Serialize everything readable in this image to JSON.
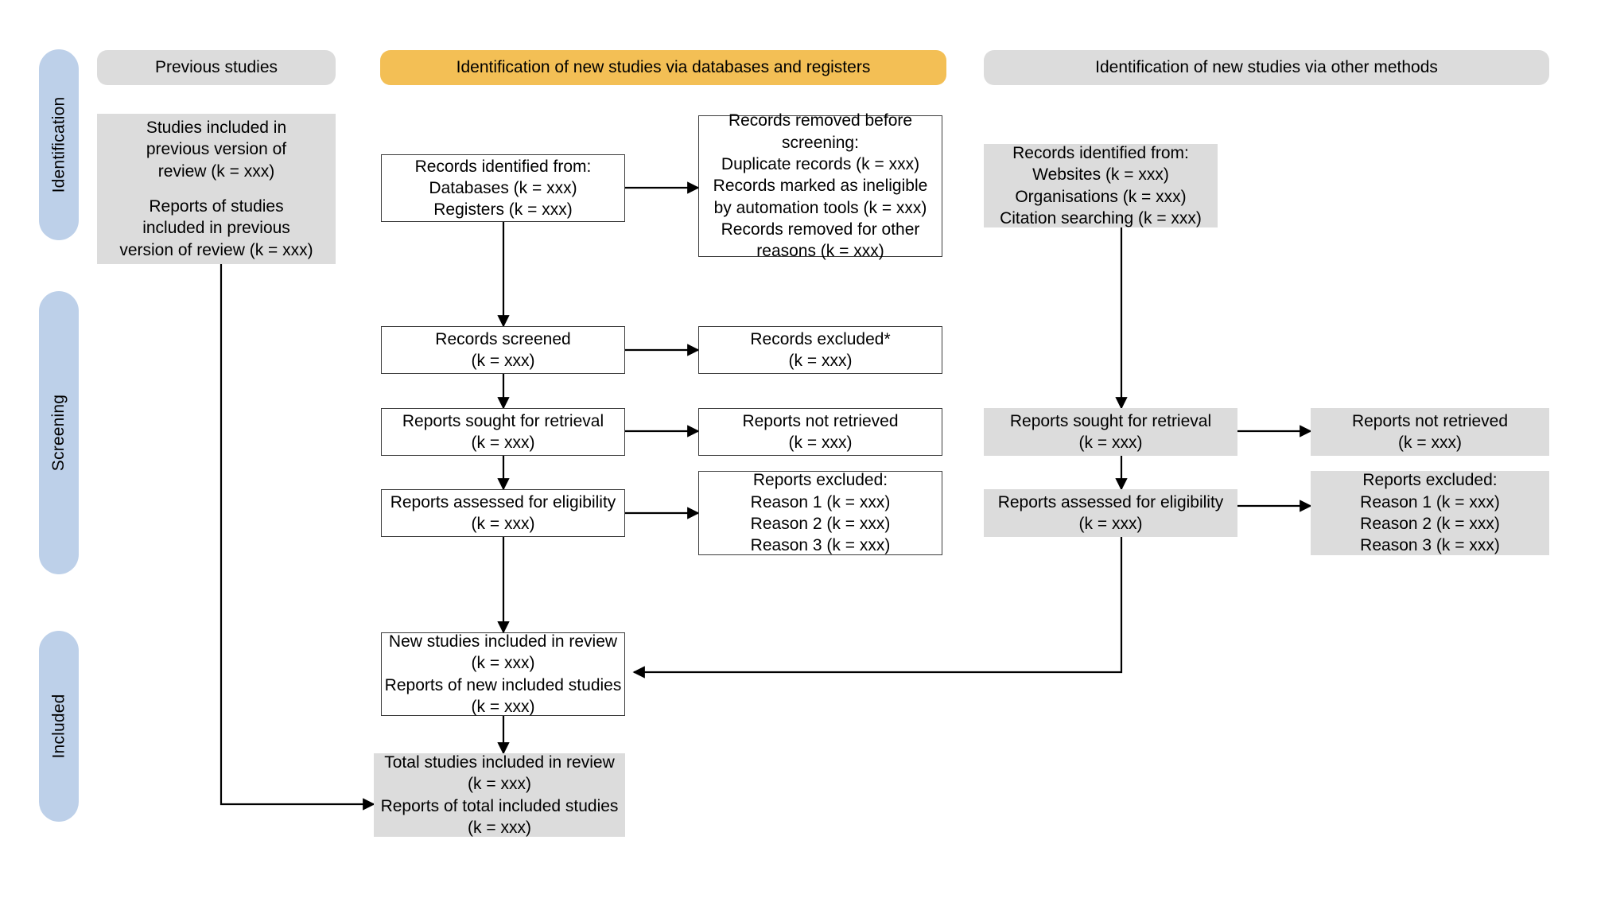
{
  "diagram": {
    "title": "PRISMA 2020 flow diagram for updated systematic reviews",
    "colors": {
      "stage_pill": "#bdd0e9",
      "header_grey": "#dcdcdc",
      "header_orange": "#f3bf55",
      "box_fill_grey": "#dcdcdc",
      "box_border": "#3c3c3c",
      "connector": "#000000",
      "background": "#ffffff"
    }
  },
  "stages": [
    {
      "key": "identification",
      "label": "Identification"
    },
    {
      "key": "screening",
      "label": "Screening"
    },
    {
      "key": "included",
      "label": "Included"
    }
  ],
  "columns": {
    "previous": {
      "header": "Previous studies"
    },
    "databases": {
      "header": "Identification of new studies via databases and registers"
    },
    "other": {
      "header": "Identification of new studies via other methods"
    }
  },
  "boxes": {
    "prev_studies": {
      "lines": [
        "Studies included in",
        "previous version of",
        "review (k = xxx)",
        "",
        "Reports of studies",
        "included in previous",
        "version of review (k = xxx)"
      ]
    },
    "db_identified": {
      "lines": [
        "Records identified from:",
        "Databases (k = xxx)",
        "Registers (k = xxx)"
      ]
    },
    "db_removed": {
      "lines": [
        "Records removed before",
        "screening:",
        "Duplicate records (k = xxx)",
        "Records marked as ineligible",
        "by automation tools (k = xxx)",
        "Records removed for other",
        "reasons (k = xxx)"
      ]
    },
    "db_screened": {
      "lines": [
        "Records screened",
        "(k = xxx)"
      ]
    },
    "db_excluded": {
      "lines": [
        "Records excluded*",
        "(k = xxx)"
      ]
    },
    "db_sought": {
      "lines": [
        "Reports sought for retrieval",
        "(k = xxx)"
      ]
    },
    "db_not_retrieved": {
      "lines": [
        "Reports not retrieved",
        "(k = xxx)"
      ]
    },
    "db_assessed": {
      "lines": [
        "Reports assessed for eligibility",
        "(k = xxx)"
      ]
    },
    "db_reports_excluded": {
      "lines": [
        "Reports excluded:",
        "Reason 1 (k = xxx)",
        "Reason 2 (k = xxx)",
        "Reason 3 (k = xxx)"
      ]
    },
    "new_included": {
      "lines": [
        "New studies included in review",
        "(k = xxx)",
        "Reports of new included studies",
        "(k = xxx)"
      ]
    },
    "total_included": {
      "lines": [
        "Total studies included in review",
        "(k = xxx)",
        "Reports of total included studies",
        "(k = xxx)"
      ]
    },
    "other_identified": {
      "lines": [
        "Records identified from:",
        "Websites (k = xxx)",
        "Organisations (k = xxx)",
        "Citation searching (k = xxx)"
      ]
    },
    "other_sought": {
      "lines": [
        "Reports sought for retrieval",
        "(k = xxx)"
      ]
    },
    "other_not_retrieved": {
      "lines": [
        "Reports not retrieved",
        "(k = xxx)"
      ]
    },
    "other_assessed": {
      "lines": [
        "Reports assessed for eligibility",
        "(k = xxx)"
      ]
    },
    "other_reports_excluded": {
      "lines": [
        "Reports excluded:",
        "Reason 1 (k = xxx)",
        "Reason 2 (k = xxx)",
        "Reason 3 (k = xxx)"
      ]
    }
  }
}
